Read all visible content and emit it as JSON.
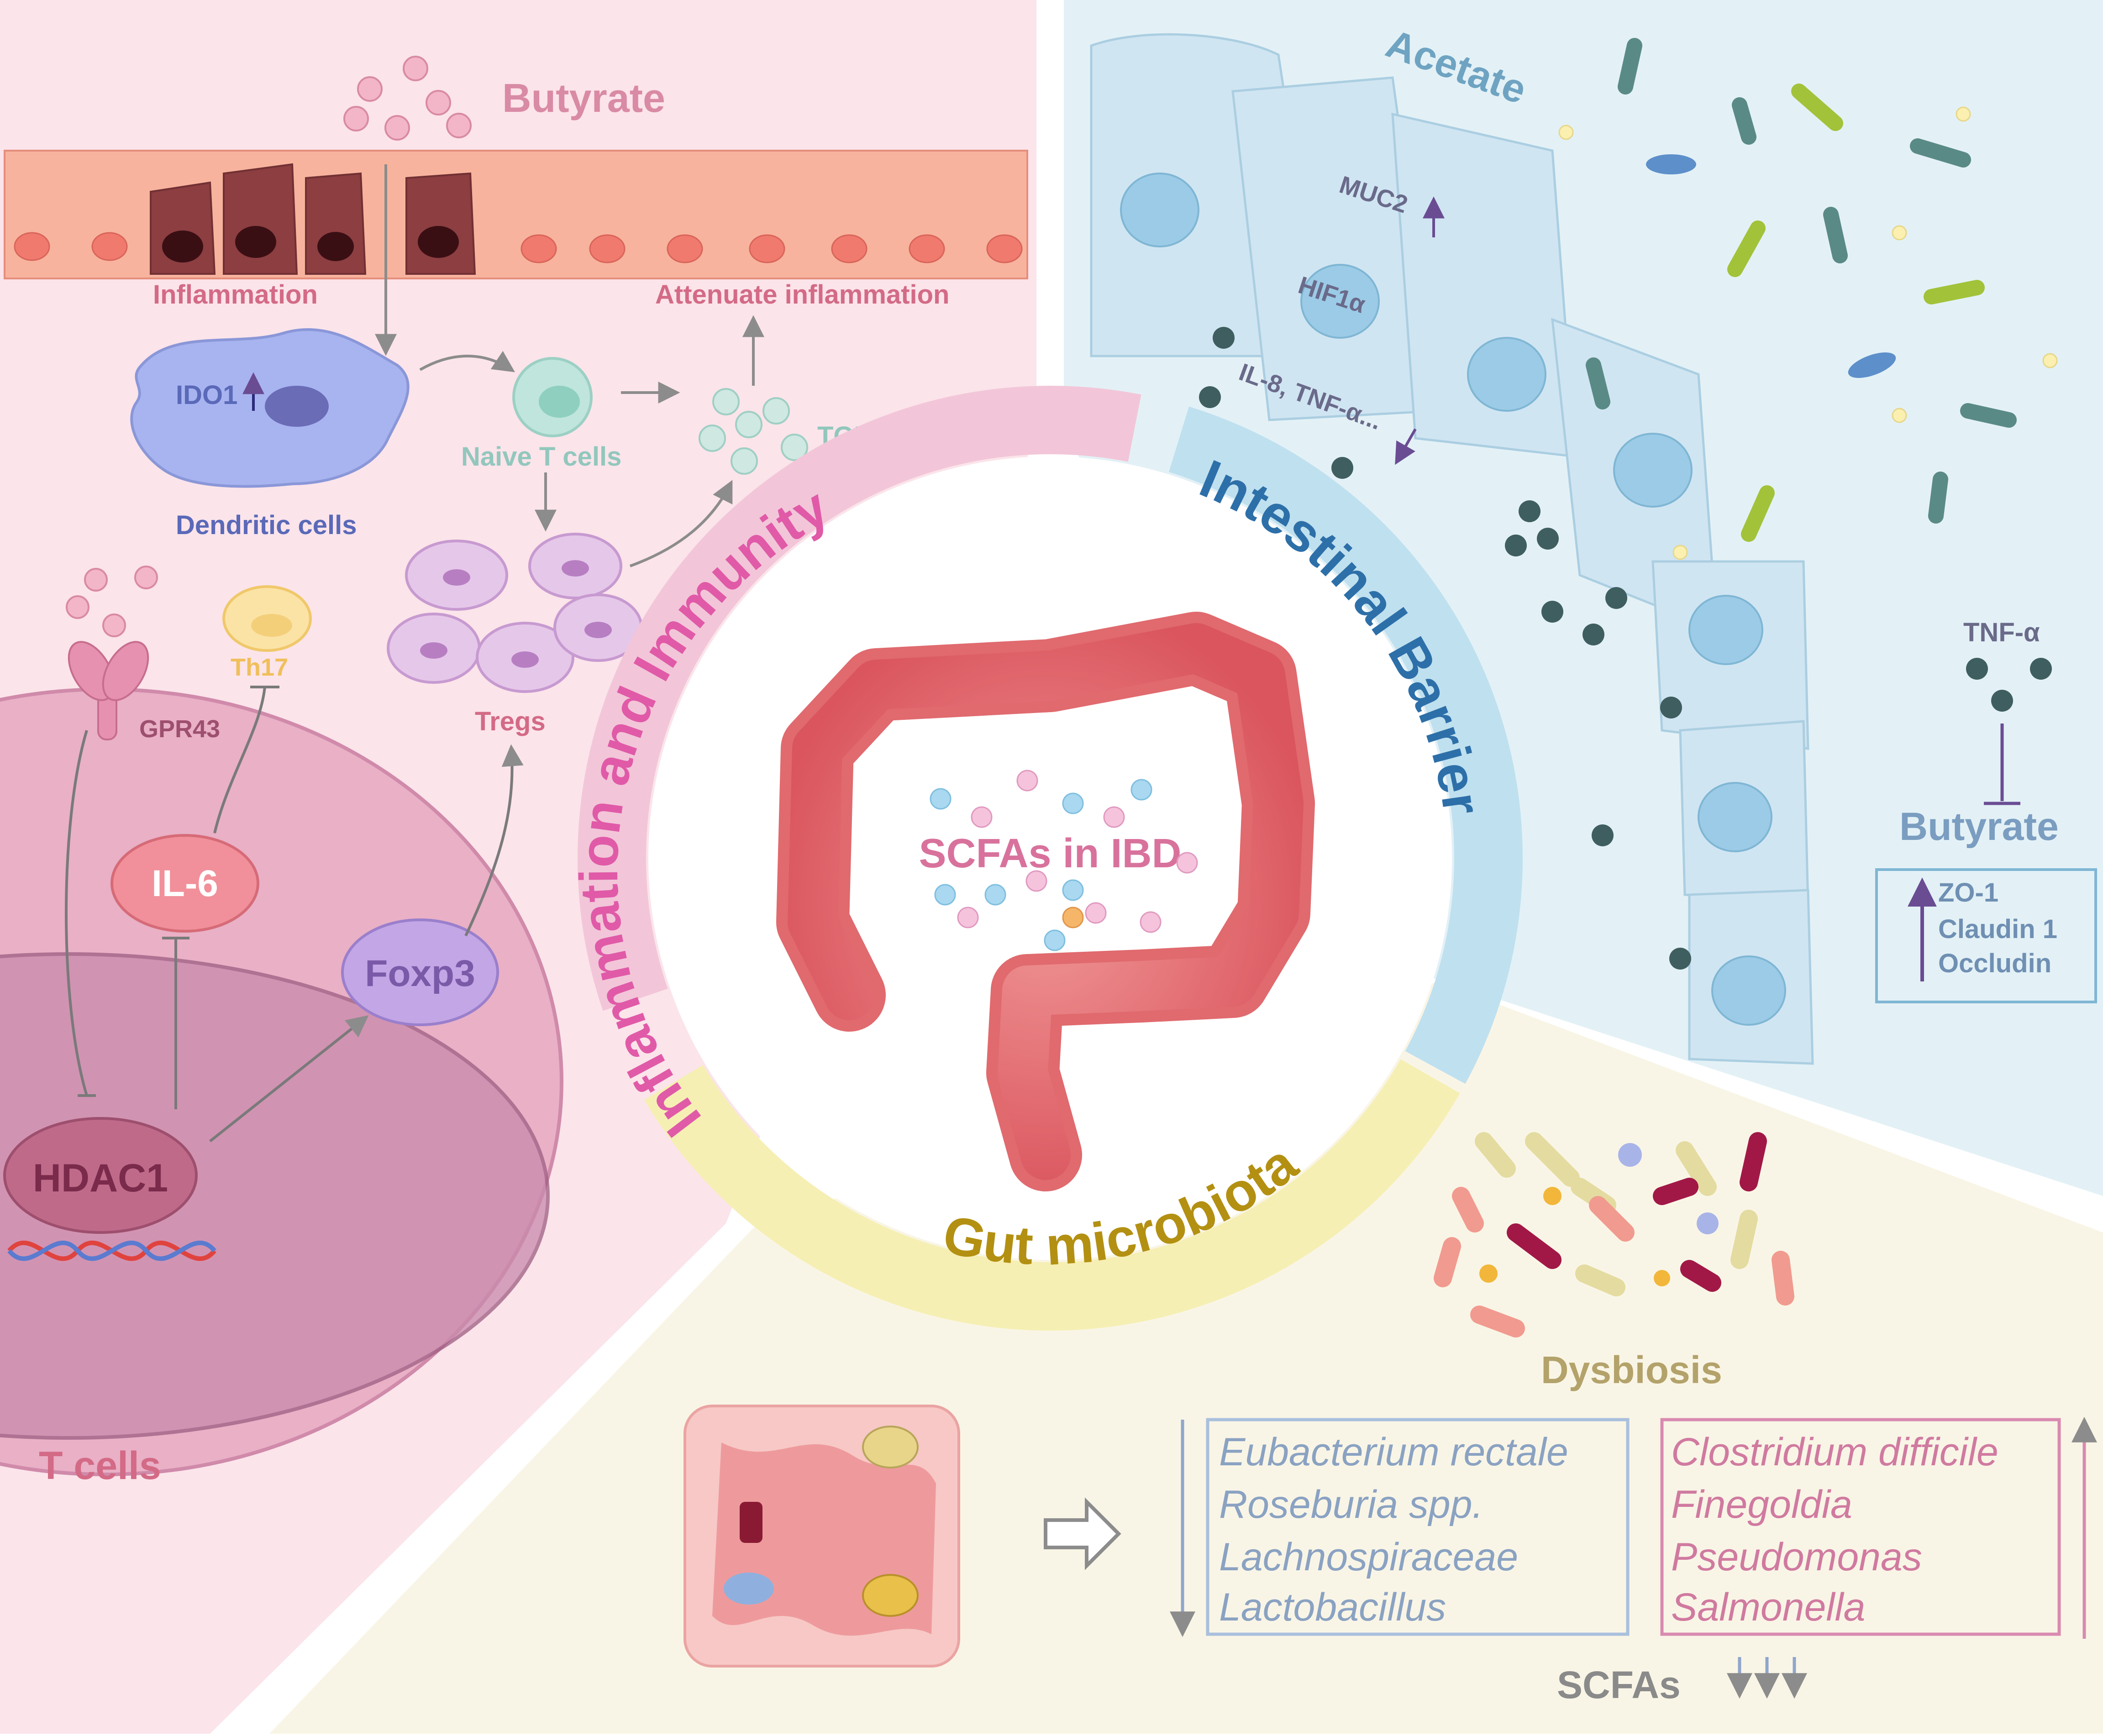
{
  "center": {
    "title": "SCFAs in IBD",
    "ring_labels": {
      "immunity": "Inflammation and Immunity",
      "barrier": "Intestinal Barrier",
      "microbiota": "Gut microbiota"
    }
  },
  "immunity_panel": {
    "butyrate": "Butyrate",
    "inflammation": "Inflammation",
    "attenuate": "Attenuate inflammation",
    "ido1": "IDO1",
    "dendritic": "Dendritic cells",
    "naive": "Naive T cells",
    "tgf": "TGF-β",
    "tregs": "Tregs",
    "th17": "Th17",
    "gpr43": "GPR43",
    "il6": "IL-6",
    "foxp3": "Foxp3",
    "hdac1": "HDAC1",
    "tcells": "T cells"
  },
  "barrier_panel": {
    "acetate": "Acetate",
    "muc2": "MUC2",
    "hif": "HIF1α",
    "il8": "IL-8, TNF-α...",
    "tnf": "TNF-α",
    "butyrate": "Butyrate",
    "junctions": [
      "ZO-1",
      "Claudin 1",
      "Occludin"
    ]
  },
  "microbiota_panel": {
    "dysbiosis": "Dysbiosis",
    "decreased": [
      "Eubacterium rectale",
      "Roseburia spp.",
      "Lachnospiraceae",
      "Lactobacillus"
    ],
    "increased": [
      "Clostridium difficile",
      "Finegoldia",
      "Pseudomonas",
      "Salmonella"
    ],
    "scfas": "SCFAs"
  },
  "colors": {
    "immunity_bg": "#fbe4ea",
    "barrier_bg": "#e3f1f6",
    "microbiota_bg": "#f9f5e6",
    "immunity_accent": "#e05aa8",
    "barrier_accent": "#2d6fa8",
    "microbiota_accent": "#b39012"
  }
}
